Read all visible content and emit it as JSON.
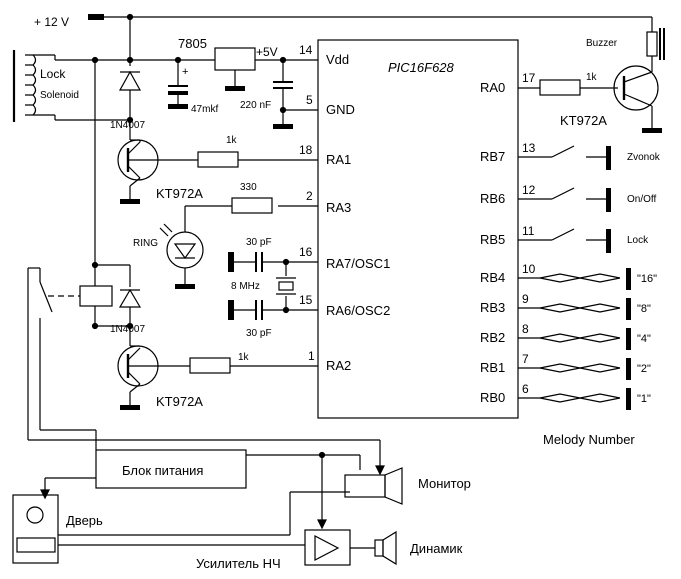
{
  "supply": "+ 12 V",
  "regulator": "7805",
  "plus5v": "+5V",
  "lock_solenoid": {
    "line1": "Lock",
    "line2": "Solenoid"
  },
  "c_47": "47mkf",
  "c_220": "220 nF",
  "plus_sign": "+",
  "mcu": {
    "name": "PIC16F628",
    "left_pins": [
      {
        "num": "14",
        "label": "Vdd"
      },
      {
        "num": "5",
        "label": "GND"
      },
      {
        "num": "18",
        "label": "RA1"
      },
      {
        "num": "2",
        "label": "RA3"
      },
      {
        "num": "16",
        "label": "RA7/OSC1"
      },
      {
        "num": "15",
        "label": "RA6/OSC2"
      },
      {
        "num": "1",
        "label": "RA2"
      }
    ],
    "right_pins": [
      {
        "num": "17",
        "label": "RA0"
      },
      {
        "num": "13",
        "label": "RB7"
      },
      {
        "num": "12",
        "label": "RB6"
      },
      {
        "num": "11",
        "label": "RB5"
      },
      {
        "num": "10",
        "label": "RB4"
      },
      {
        "num": "9",
        "label": "RB3"
      },
      {
        "num": "8",
        "label": "RB2"
      },
      {
        "num": "7",
        "label": "RB1"
      },
      {
        "num": "6",
        "label": "RB0"
      }
    ]
  },
  "buzzer": "Buzzer",
  "r_buzzer": "1k",
  "t_buzzer": "KT972A",
  "switches": [
    "Zvonok",
    "On/Off",
    "Lock"
  ],
  "jumpers": [
    "\"16\"",
    "\"8\"",
    "\"4\"",
    "\"2\"",
    "\"1\""
  ],
  "melody": "Melody Number",
  "d1": "1N4007",
  "r1": "1k",
  "t1": "KT972A",
  "r330": "330",
  "ring": "RING",
  "c30a": "30 pF",
  "xtal": "8 MHz",
  "c30b": "30 pF",
  "d2": "1N4007",
  "r2": "1k",
  "t2": "KT972A",
  "psu": "Блок питания",
  "monitor": "Монитор",
  "door": "Дверь",
  "amp": "Усилитель НЧ",
  "speaker": "Динамик"
}
